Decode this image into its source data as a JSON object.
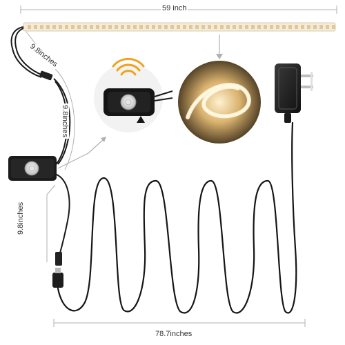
{
  "dimensions": {
    "strip_length": "59 inch",
    "lead_upper": "9.8inches",
    "lead_middle": "9.8inches",
    "lead_lower": "9.8inches",
    "cable_length": "78.7inches"
  },
  "colors": {
    "strip_body": "#f4ecd8",
    "led_chip": "#e0c89a",
    "cable": "#1a1a1a",
    "warm_glow": "#f7d9a0",
    "glow_background": "#4a3a22",
    "dimension_line": "#b0b0b0",
    "label_text": "#333333"
  },
  "icons": [
    "motion-sensor-icon",
    "motion-wave-icon",
    "power-adapter-icon",
    "plug-prong-icon"
  ]
}
